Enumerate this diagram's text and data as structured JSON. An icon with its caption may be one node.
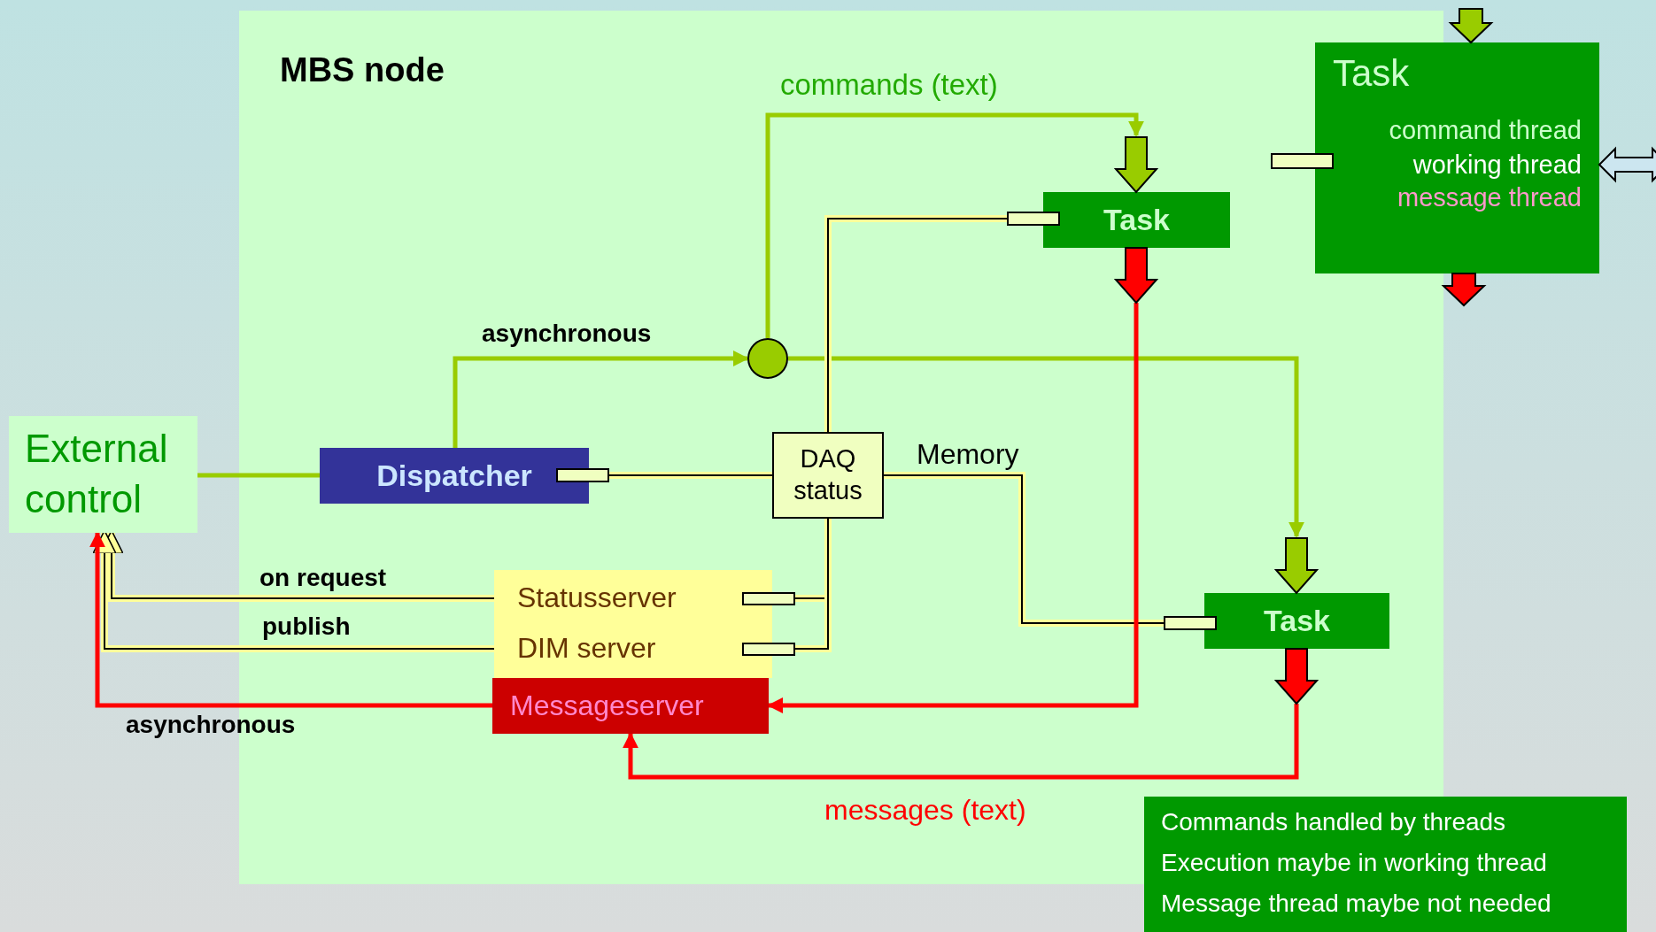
{
  "diagram": {
    "nodes": [
      {
        "text": [
          "MBS node"
        ]
      },
      {
        "text": [
          "External control"
        ]
      },
      {
        "text": [
          "Dispatcher"
        ],
        "in": 0
      },
      {
        "text": [],
        "shape": "circle",
        "in": 0
      },
      {
        "text": [
          "DAQ status"
        ],
        "in": 0
      },
      {
        "text": [
          "Task"
        ],
        "in": 0
      },
      {
        "text": [
          "Task"
        ],
        "in": 0
      },
      {
        "text": [
          "Statusserver",
          "DIM server"
        ],
        "in": 0
      },
      {
        "text": [
          "Messageserver"
        ],
        "in": 0
      },
      {
        "text": [
          "Task",
          "command thread",
          "working thread",
          "message thread"
        ]
      },
      {
        "text": [
          "Commands handled by threads",
          "Execution maybe in working thread",
          "Message thread maybe not needed"
        ]
      },
      {
        "text": [],
        "shape": "bar",
        "in": 0
      },
      {
        "text": [],
        "shape": "bar",
        "in": 0
      },
      {
        "text": [],
        "shape": "bar",
        "in": 0
      },
      {
        "text": [],
        "shape": "bar",
        "in": 0
      },
      {
        "text": [],
        "shape": "bar",
        "in": 0
      },
      {
        "text": [],
        "shape": "bar",
        "in": 0
      }
    ],
    "edges": [
      {
        "from": 1,
        "to": 2,
        "arrow": "none",
        "color": "#99cc00"
      },
      {
        "from": 2,
        "to": 3,
        "arrow": "to",
        "label": "asynchronous",
        "color": "#99cc00"
      },
      {
        "from": 3,
        "to": 5,
        "arrow": "to",
        "label": "commands (text)",
        "color": "#99cc00"
      },
      {
        "from": 3,
        "to": 6,
        "arrow": "to",
        "color": "#99cc00"
      },
      {
        "from": 11,
        "to": 4,
        "arrow": "none"
      },
      {
        "from": 4,
        "to": 12,
        "arrow": "none"
      },
      {
        "from": 4,
        "to": 13,
        "arrow": "none",
        "label": "Memory"
      },
      {
        "from": 4,
        "to": 14,
        "arrow": "none"
      },
      {
        "from": 4,
        "to": 15,
        "arrow": "none"
      },
      {
        "from": 7,
        "to": 1,
        "arrow": "to",
        "label": "on request"
      },
      {
        "from": 7,
        "to": 1,
        "arrow": "to",
        "label": "publish"
      },
      {
        "from": 5,
        "to": 8,
        "arrow": "to",
        "color": "#ff0000"
      },
      {
        "from": 6,
        "to": 8,
        "arrow": "to",
        "label": "messages (text)",
        "color": "#ff0000"
      },
      {
        "from": 8,
        "to": 1,
        "arrow": "to",
        "label": "asynchronous",
        "color": "#ff0000"
      },
      {
        "from": null,
        "to": 5,
        "arrow": "to",
        "style": "thick",
        "color": "#99cc00"
      },
      {
        "from": 5,
        "to": null,
        "arrow": "to",
        "style": "thick",
        "color": "#ff0000"
      },
      {
        "from": null,
        "to": 6,
        "arrow": "to",
        "style": "thick",
        "color": "#99cc00"
      },
      {
        "from": 6,
        "to": null,
        "arrow": "to",
        "style": "thick",
        "color": "#ff0000"
      },
      {
        "from": null,
        "to": 9,
        "arrow": "to",
        "style": "thick",
        "color": "#99cc00"
      },
      {
        "from": 9,
        "to": null,
        "arrow": "to",
        "style": "thick",
        "color": "#ff0000"
      },
      {
        "from": 9,
        "to": null,
        "arrow": "both",
        "style": "thick",
        "color": "#cce6f0"
      }
    ]
  }
}
